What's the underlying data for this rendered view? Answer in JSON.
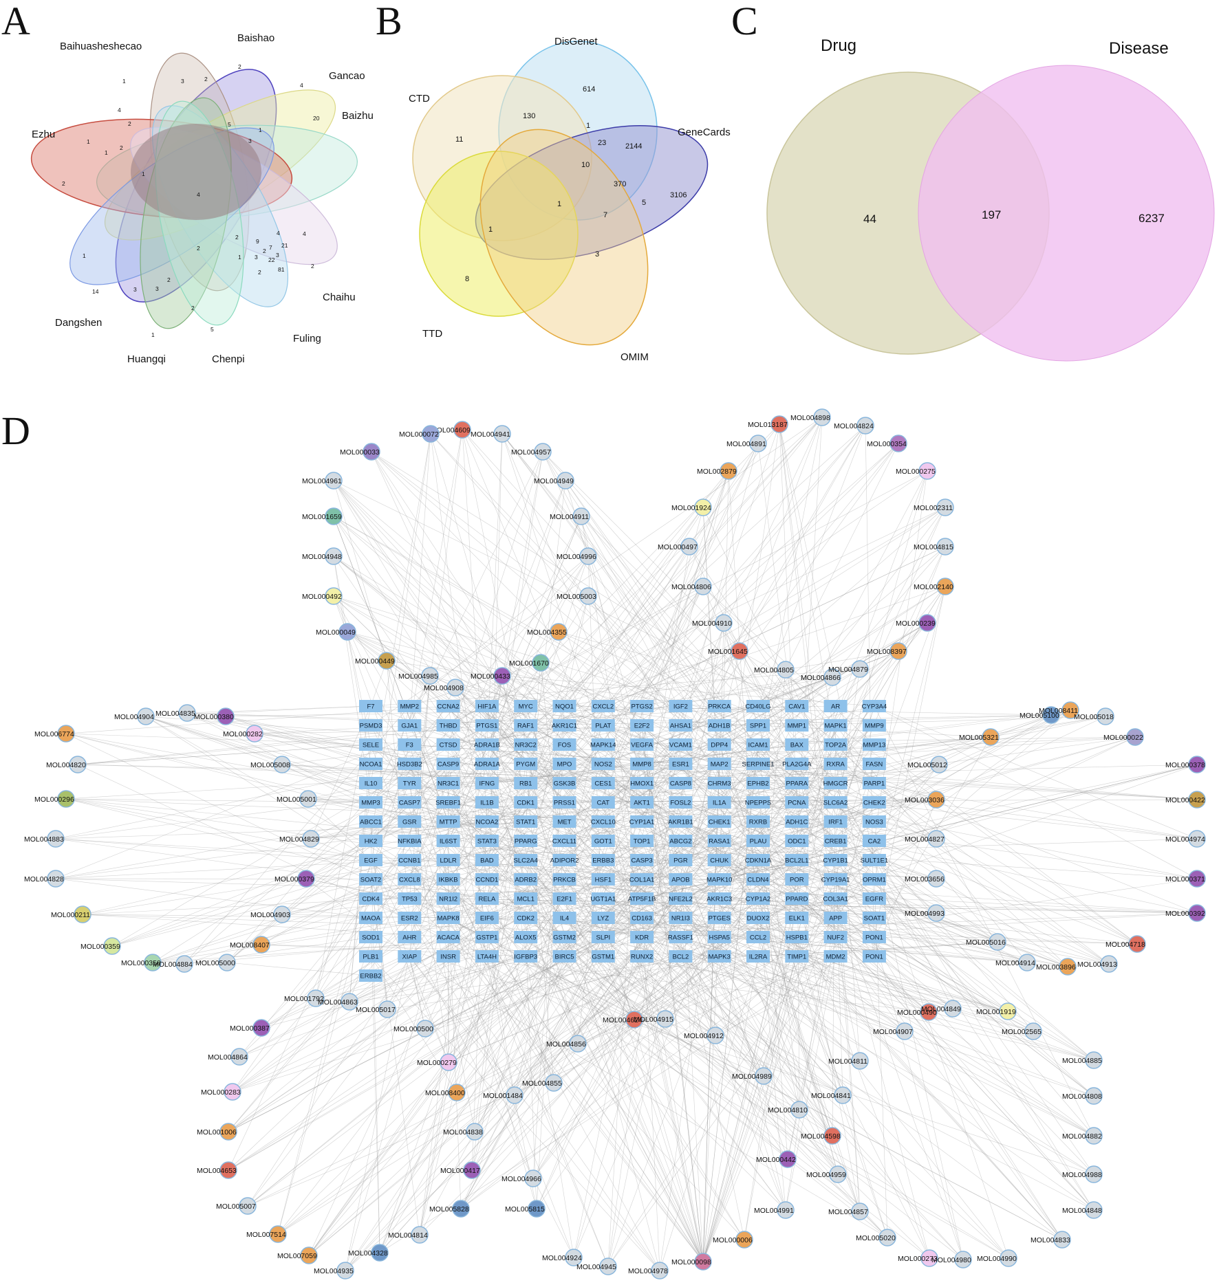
{
  "panels": {
    "a": "A",
    "b": "B",
    "c": "C",
    "d": "D"
  },
  "venn_a": {
    "sets": [
      "Baihuasheshecao",
      "Baishao",
      "Gancao",
      "Baizhu",
      "Ezhu",
      "Chaihu",
      "Fuling",
      "Dangshen",
      "Huangqi",
      "Chenpi"
    ],
    "numbers": [
      "1",
      "2",
      "3",
      "4",
      "2",
      "20",
      "4",
      "5",
      "3",
      "1",
      "1",
      "2",
      "2",
      "1",
      "2",
      "1",
      "4",
      "2",
      "9",
      "4",
      "1",
      "21",
      "4",
      "2",
      "7",
      "3",
      "22",
      "3",
      "81",
      "2",
      "2",
      "1",
      "14",
      "3",
      "3",
      "2",
      "2",
      "1",
      "5",
      "2"
    ]
  },
  "venn_b": {
    "sets": [
      "DisGenet",
      "CTD",
      "GeneCards",
      "TTD",
      "OMIM"
    ],
    "numbers": [
      "614",
      "130",
      "11",
      "1",
      "23",
      "2144",
      "10",
      "370",
      "3106",
      "5",
      "1",
      "7",
      "1",
      "8",
      "3"
    ]
  },
  "venn_c": {
    "sets": [
      "Drug",
      "Disease"
    ],
    "drug_only": "44",
    "overlap": "197",
    "disease_only": "6237",
    "colors": {
      "drug": "#e2e0c6",
      "disease": "#f0bff0"
    }
  },
  "network": {
    "genes": [
      [
        "F7",
        "MMP2",
        "CCNA2",
        "HIF1A",
        "MYC",
        "NQO1",
        "CXCL2",
        "PTGS2",
        "IGF2",
        "PRKCA",
        "CD40LG",
        "CAV1",
        "AR",
        "CYP3A4"
      ],
      [
        "PSMD3",
        "GJA1",
        "THBD",
        "PTGS1",
        "RAF1",
        "AKR1C1",
        "PLAT",
        "E2F2",
        "AHSA1",
        "ADH1B",
        "SPP1",
        "MMP1",
        "MAPK1",
        "MMP9"
      ],
      [
        "SELE",
        "F3",
        "CTSD",
        "ADRA1B",
        "NR3C2",
        "FOS",
        "MAPK14",
        "VEGFA",
        "VCAM1",
        "DPP4",
        "ICAM1",
        "BAX",
        "TOP2A",
        "MMP13"
      ],
      [
        "NCOA1",
        "HSD3B2",
        "CASP9",
        "ADRA1A",
        "PYGM",
        "MPO",
        "NOS2",
        "MMP8",
        "ESR1",
        "MAP2",
        "SERPINE1",
        "PLA2G4A",
        "RXRA",
        "FASN"
      ],
      [
        "IL10",
        "TYR",
        "NR3C1",
        "IFNG",
        "RB1",
        "GSK3B",
        "CES1",
        "HMOX1",
        "CASP8",
        "CHRM3",
        "EPHB2",
        "PPARA",
        "HMGCR",
        "PARP1"
      ],
      [
        "MMP3",
        "CASP7",
        "SREBF1",
        "IL1B",
        "CDK1",
        "PRSS1",
        "CAT",
        "AKT1",
        "FOSL2",
        "IL1A",
        "NPEPPS",
        "PCNA",
        "SLC6A2",
        "CHEK2"
      ],
      [
        "ABCC1",
        "GSR",
        "MTTP",
        "NCOA2",
        "STAT1",
        "MET",
        "CXCL10",
        "CYP1A1",
        "AKR1B1",
        "CHEK1",
        "RXRB",
        "ADH1C",
        "IRF1",
        "NOS3"
      ],
      [
        "HK2",
        "NFKBIA",
        "IL6ST",
        "STAT3",
        "PPARG",
        "CXCL11",
        "GOT1",
        "TOP1",
        "ABCG2",
        "RASA1",
        "PLAU",
        "ODC1",
        "CREB1",
        "CA2"
      ],
      [
        "EGF",
        "CCNB1",
        "LDLR",
        "BAD",
        "SLC2A4",
        "ADIPOR2",
        "ERBB3",
        "CASP3",
        "PGR",
        "CHUK",
        "CDKN1A",
        "BCL2L1",
        "CYP1B1",
        "SULT1E1"
      ],
      [
        "SOAT2",
        "CXCL8",
        "IKBKB",
        "CCND1",
        "ADRB2",
        "PRKCB",
        "HSF1",
        "COL1A1",
        "APOB",
        "MAPK10",
        "CLDN4",
        "POR",
        "CYP19A1",
        "OPRM1"
      ],
      [
        "CDK4",
        "TP53",
        "NR1I2",
        "RELA",
        "MCL1",
        "E2F1",
        "UGT1A1",
        "ATP5F1B",
        "NFE2L2",
        "AKR1C3",
        "CYP1A2",
        "PPARD",
        "COL3A1",
        "EGFR"
      ],
      [
        "MAOA",
        "ESR2",
        "MAPK8",
        "EIF6",
        "CDK2",
        "IL4",
        "LYZ",
        "CD163",
        "NR1I3",
        "PTGES",
        "DUOX2",
        "ELK1",
        "APP",
        "SOAT1"
      ],
      [
        "SOD1",
        "AHR",
        "ACACA",
        "GSTP1",
        "ALOX5",
        "GSTM2",
        "SLPI",
        "KDR",
        "RASSF1",
        "HSPA5",
        "CCL2",
        "HSPB1",
        "NUF2",
        "PON1"
      ],
      [
        "PLB1",
        "XIAP",
        "INSR",
        "LTA4H",
        "IGFBP3",
        "BIRC5",
        "GSTM1",
        "RUNX2",
        "BCL2",
        "MAPK3",
        "IL2RA",
        "TIMP1",
        "MDM2",
        "PON1"
      ],
      [
        "ERBB2"
      ]
    ],
    "compounds": [
      {
        "name": "MOL004609",
        "color": "#e07060"
      },
      {
        "name": "MOL000072",
        "color": "#9aa7d8"
      },
      {
        "name": "MOL004941",
        "color": "#d3dbe2"
      },
      {
        "name": "MOL000033",
        "color": "#9a86c8"
      },
      {
        "name": "MOL004957",
        "color": "#d3dbe2"
      },
      {
        "name": "MOL004961",
        "color": "#d3dbe2"
      },
      {
        "name": "MOL004949",
        "color": "#d3dbe2"
      },
      {
        "name": "MOL001659",
        "color": "#7fc1a8"
      },
      {
        "name": "MOL004911",
        "color": "#d3dbe2"
      },
      {
        "name": "MOL004948",
        "color": "#d3dbe2"
      },
      {
        "name": "MOL004996",
        "color": "#d3dbe2"
      },
      {
        "name": "MOL000492",
        "color": "#f3f0a8"
      },
      {
        "name": "MOL005003",
        "color": "#d3dbe2"
      },
      {
        "name": "MOL000049",
        "color": "#9aa7d8"
      },
      {
        "name": "MOL004355",
        "color": "#eba55a"
      },
      {
        "name": "MOL000449",
        "color": "#c7a04f"
      },
      {
        "name": "MOL001670",
        "color": "#7fc1a8"
      },
      {
        "name": "MOL004985",
        "color": "#d3dbe2"
      },
      {
        "name": "MOL000433",
        "color": "#9c60b6"
      },
      {
        "name": "MOL004908",
        "color": "#d3dbe2"
      },
      {
        "name": "MOL013187",
        "color": "#e07060"
      },
      {
        "name": "MOL004898",
        "color": "#d3dbe2"
      },
      {
        "name": "MOL004824",
        "color": "#d3dbe2"
      },
      {
        "name": "MOL004891",
        "color": "#d3dbe2"
      },
      {
        "name": "MOL000354",
        "color": "#b07ac0"
      },
      {
        "name": "MOL002879",
        "color": "#eba55a"
      },
      {
        "name": "MOL000275",
        "color": "#f0c8ee"
      },
      {
        "name": "MOL001924",
        "color": "#f3f0a8"
      },
      {
        "name": "MOL002311",
        "color": "#d3dbe2"
      },
      {
        "name": "MOL000497",
        "color": "#d3dbe2"
      },
      {
        "name": "MOL004815",
        "color": "#d3dbe2"
      },
      {
        "name": "MOL004806",
        "color": "#d3dbe2"
      },
      {
        "name": "MOL002140",
        "color": "#eba55a"
      },
      {
        "name": "MOL004910",
        "color": "#d3dbe2"
      },
      {
        "name": "MOL000239",
        "color": "#9c60b6"
      },
      {
        "name": "MOL001645",
        "color": "#e07060"
      },
      {
        "name": "MOL008397",
        "color": "#eba55a"
      },
      {
        "name": "MOL004805",
        "color": "#d3dbe2"
      },
      {
        "name": "MOL004866",
        "color": "#d3dbe2"
      },
      {
        "name": "MOL004879",
        "color": "#d3dbe2"
      },
      {
        "name": "MOL004835",
        "color": "#d3dbe2"
      },
      {
        "name": "MOL004904",
        "color": "#d3dbe2"
      },
      {
        "name": "MOL000380",
        "color": "#9c60b6"
      },
      {
        "name": "MOL006774",
        "color": "#eba55a"
      },
      {
        "name": "MOL000282",
        "color": "#f0c8ee"
      },
      {
        "name": "MOL004820",
        "color": "#d3dbe2"
      },
      {
        "name": "MOL005008",
        "color": "#d3dbe2"
      },
      {
        "name": "MOL000296",
        "color": "#a9c06a"
      },
      {
        "name": "MOL005001",
        "color": "#d3dbe2"
      },
      {
        "name": "MOL004883",
        "color": "#d3dbe2"
      },
      {
        "name": "MOL004829",
        "color": "#d3dbe2"
      },
      {
        "name": "MOL004828",
        "color": "#d3dbe2"
      },
      {
        "name": "MOL000379",
        "color": "#9c60b6"
      },
      {
        "name": "MOL000211",
        "color": "#d8d070"
      },
      {
        "name": "MOL004903",
        "color": "#d3dbe2"
      },
      {
        "name": "MOL000359",
        "color": "#d6e8a0"
      },
      {
        "name": "MOL008407",
        "color": "#eba55a"
      },
      {
        "name": "MOL000358",
        "color": "#a8d6b0"
      },
      {
        "name": "MOL004884",
        "color": "#d3dbe2"
      },
      {
        "name": "MOL005000",
        "color": "#d3dbe2"
      },
      {
        "name": "MOL005100",
        "color": "#6f98c8"
      },
      {
        "name": "MOL008411",
        "color": "#eba55a"
      },
      {
        "name": "MOL005018",
        "color": "#d3dbe2"
      },
      {
        "name": "MOL000022",
        "color": "#a8a3cf"
      },
      {
        "name": "MOL005321",
        "color": "#eba55a"
      },
      {
        "name": "MOL005012",
        "color": "#d3dbe2"
      },
      {
        "name": "MOL000378",
        "color": "#9c60b6"
      },
      {
        "name": "MOL003036",
        "color": "#eba55a"
      },
      {
        "name": "MOL000422",
        "color": "#c7a04f"
      },
      {
        "name": "MOL004827",
        "color": "#d3dbe2"
      },
      {
        "name": "MOL004974",
        "color": "#d3dbe2"
      },
      {
        "name": "MOL003656",
        "color": "#d3dbe2"
      },
      {
        "name": "MOL000371",
        "color": "#9c60b6"
      },
      {
        "name": "MOL004993",
        "color": "#d3dbe2"
      },
      {
        "name": "MOL000392",
        "color": "#9c60b6"
      },
      {
        "name": "MOL005016",
        "color": "#d3dbe2"
      },
      {
        "name": "MOL004718",
        "color": "#e07060"
      },
      {
        "name": "MOL004914",
        "color": "#d3dbe2"
      },
      {
        "name": "MOL003896",
        "color": "#eba55a"
      },
      {
        "name": "MOL004913",
        "color": "#d3dbe2"
      },
      {
        "name": "MOL001792",
        "color": "#d3dbe2"
      },
      {
        "name": "MOL004863",
        "color": "#d3dbe2"
      },
      {
        "name": "MOL005017",
        "color": "#d3dbe2"
      },
      {
        "name": "MOL000387",
        "color": "#9c60b6"
      },
      {
        "name": "MOL000500",
        "color": "#d3dbe2"
      },
      {
        "name": "MOL004864",
        "color": "#d3dbe2"
      },
      {
        "name": "MOL000279",
        "color": "#f0c8ee"
      },
      {
        "name": "MOL000283",
        "color": "#f0c8ee"
      },
      {
        "name": "MOL008400",
        "color": "#eba55a"
      },
      {
        "name": "MOL001006",
        "color": "#eba55a"
      },
      {
        "name": "MOL001484",
        "color": "#d3dbe2"
      },
      {
        "name": "MOL004838",
        "color": "#d3dbe2"
      },
      {
        "name": "MOL004653",
        "color": "#e07060"
      },
      {
        "name": "MOL000417",
        "color": "#9c60b6"
      },
      {
        "name": "MOL004966",
        "color": "#d3dbe2"
      },
      {
        "name": "MOL005007",
        "color": "#d3dbe2"
      },
      {
        "name": "MOL005828",
        "color": "#6f98c8"
      },
      {
        "name": "MOL005815",
        "color": "#6f98c8"
      },
      {
        "name": "MOL007514",
        "color": "#eba55a"
      },
      {
        "name": "MOL004814",
        "color": "#d3dbe2"
      },
      {
        "name": "MOL007059",
        "color": "#eba55a"
      },
      {
        "name": "MOL004328",
        "color": "#6f98c8"
      },
      {
        "name": "MOL004935",
        "color": "#d3dbe2"
      },
      {
        "name": "MOL004924",
        "color": "#d3dbe2"
      },
      {
        "name": "MOL004856",
        "color": "#d3dbe2"
      },
      {
        "name": "MOL004855",
        "color": "#d3dbe2"
      },
      {
        "name": "MOL004624",
        "color": "#e07060"
      },
      {
        "name": "MOL004915",
        "color": "#d3dbe2"
      },
      {
        "name": "MOL004912",
        "color": "#d3dbe2"
      },
      {
        "name": "MOL000490",
        "color": "#e07060"
      },
      {
        "name": "MOL004849",
        "color": "#d3dbe2"
      },
      {
        "name": "MOL001919",
        "color": "#f3f0a8"
      },
      {
        "name": "MOL004907",
        "color": "#d3dbe2"
      },
      {
        "name": "MOL002565",
        "color": "#d3dbe2"
      },
      {
        "name": "MOL004989",
        "color": "#d3dbe2"
      },
      {
        "name": "MOL004811",
        "color": "#d3dbe2"
      },
      {
        "name": "MOL004885",
        "color": "#d3dbe2"
      },
      {
        "name": "MOL004841",
        "color": "#d3dbe2"
      },
      {
        "name": "MOL004808",
        "color": "#d3dbe2"
      },
      {
        "name": "MOL004810",
        "color": "#d3dbe2"
      },
      {
        "name": "MOL004598",
        "color": "#e07060"
      },
      {
        "name": "MOL004882",
        "color": "#d3dbe2"
      },
      {
        "name": "MOL000442",
        "color": "#9c60b6"
      },
      {
        "name": "MOL004959",
        "color": "#d3dbe2"
      },
      {
        "name": "MOL004988",
        "color": "#d3dbe2"
      },
      {
        "name": "MOL004991",
        "color": "#d3dbe2"
      },
      {
        "name": "MOL004857",
        "color": "#d3dbe2"
      },
      {
        "name": "MOL004848",
        "color": "#d3dbe2"
      },
      {
        "name": "MOL000006",
        "color": "#eba55a"
      },
      {
        "name": "MOL005020",
        "color": "#d3dbe2"
      },
      {
        "name": "MOL004833",
        "color": "#d3dbe2"
      },
      {
        "name": "MOL000273",
        "color": "#f0c8ee"
      },
      {
        "name": "MOL004980",
        "color": "#d3dbe2"
      },
      {
        "name": "MOL004990",
        "color": "#d3dbe2"
      },
      {
        "name": "MOL004945",
        "color": "#d3dbe2"
      },
      {
        "name": "MOL004978",
        "color": "#d3dbe2"
      },
      {
        "name": "MOL000098",
        "color": "#d07aa0"
      }
    ]
  }
}
